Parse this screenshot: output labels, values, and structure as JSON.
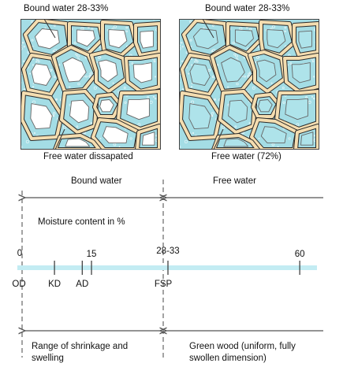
{
  "top": {
    "left_panel": {
      "bound_label": "Bound water 28-33%",
      "free_label": "Free water dissapated",
      "cell_fill": "#ffffff"
    },
    "right_panel": {
      "bound_label": "Bound water 28-33%",
      "free_label": "Free water (72%)",
      "cell_fill": "#aee3ea"
    },
    "colors": {
      "water": "#a4dde5",
      "wall": "#f4ddb0",
      "outline": "#2a2a2a"
    }
  },
  "scale": {
    "zones": {
      "bound": "Bound water",
      "free": "Free water"
    },
    "title": "Moisture content in %",
    "values": [
      {
        "label": "0",
        "pos": 0
      },
      {
        "label": "15",
        "pos": 15
      },
      {
        "label": "28-33",
        "pos": 30.5
      },
      {
        "label": "60",
        "pos": 60
      }
    ],
    "markers": [
      {
        "label": "OD",
        "pos": 0
      },
      {
        "label": "KD",
        "pos": 7
      },
      {
        "label": "AD",
        "pos": 13
      },
      {
        "label": "FSP",
        "pos": 30.5
      }
    ],
    "bar_color": "#c3ecf3",
    "range_left": "Range of shrinkage and swelling",
    "range_left_lines": [
      "Range of shrinkage and",
      "swelling"
    ],
    "range_right": "Green wood (uniform, fully swollen dimension)",
    "range_right_lines": [
      "Green wood (uniform, fully",
      "swollen dimension)"
    ]
  }
}
